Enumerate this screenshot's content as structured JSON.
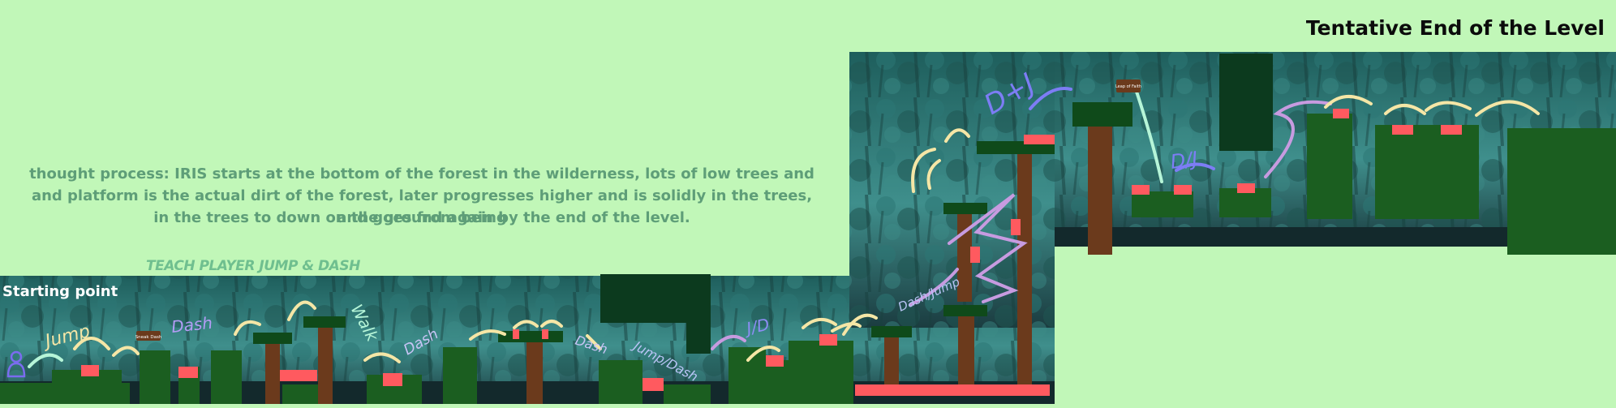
{
  "level": {
    "end_title": "Tentative End of the Level",
    "notes": [
      "thought process: IRIS starts at the bottom of the forest in the wilderness, lots of low trees and",
      "and platform is the actual dirt of the forest, later progresses higher and is solidly in the trees, and goes from being",
      "in the trees to down on the ground again by the end of the level."
    ],
    "teach_label": "TEACH PLAYER JUMP & DASH",
    "start_label": "Starting point",
    "signs": [
      "Sneak Dash",
      "Leap of Faith"
    ],
    "annotations": [
      "Jump",
      "Dash",
      "Walk",
      "Dash",
      "Dash",
      "Jump/Dash",
      "J/D",
      "Dash/Jump",
      "D+J",
      "D/J"
    ]
  },
  "colors": {
    "background": "#c1f7b8",
    "forest_dark": "#133f3c",
    "forest_mid": "#2a6b6a",
    "forest_light": "#4a9c9a",
    "platform": "#1b5e20",
    "dark_block": "#0c3a1e",
    "trunk": "#6b3a1c",
    "hazard": "#ff5a5f",
    "stroke_yellow": "#f5e6a6",
    "stroke_blue": "#7d7df5",
    "stroke_purple": "#c79be0",
    "stroke_mint": "#b6f5d8",
    "player": "#7b6cf0"
  }
}
